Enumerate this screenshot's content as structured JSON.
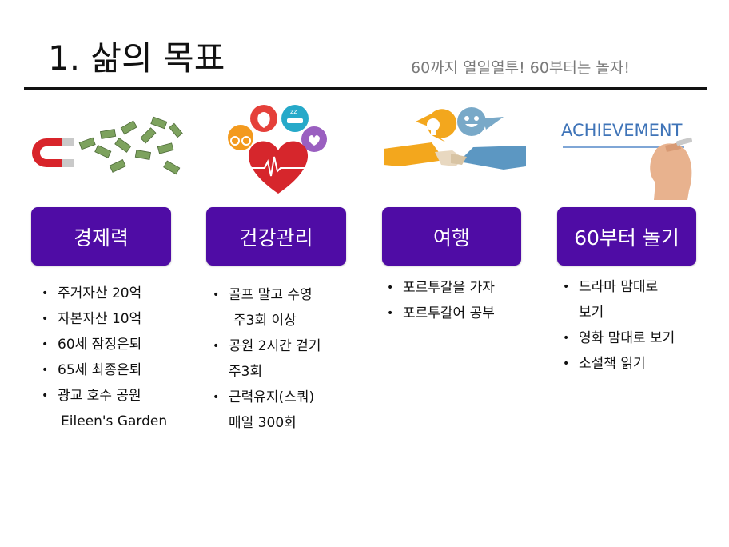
{
  "title": "1. 삶의 목표",
  "subtitle": "60까지 열일열투! 60부터는 놀자!",
  "columns": [
    {
      "label": "경제력",
      "illustration": "magnet-money-icon",
      "bullets": [
        "주거자산 20억",
        "자본자산 10억",
        "60세 잠정은퇴",
        "65세 최종은퇴",
        "광교 호수 공원"
      ],
      "bullet_cont": "Eileen's Garden"
    },
    {
      "label": "건강관리",
      "illustration": "health-heart-icon",
      "bullets": [
        {
          "first": "골프 말고 수영",
          "cont": "주3회 이상"
        },
        {
          "first": "공원 2시간 걷기",
          "cont": "주3회"
        },
        {
          "first": "근력유지(스쿼)",
          "cont": "매일 300회"
        }
      ]
    },
    {
      "label": "여행",
      "illustration": "handshake-idea-icon",
      "bullets": [
        "포르투갈을 가자",
        "포르투갈어 공부"
      ]
    },
    {
      "label": "60부터 놀기",
      "illustration": "achievement-hand-icon",
      "achievement_word": "ACHIEVEMENT",
      "bullets": [
        {
          "first": "드라마 맘대로",
          "cont": "보기"
        },
        "영화 맘대로 보기",
        "소설책 읽기"
      ]
    }
  ],
  "colors": {
    "pill": "#4f0ca5",
    "rule": "#111111",
    "subtitle": "#7a7a7a"
  }
}
